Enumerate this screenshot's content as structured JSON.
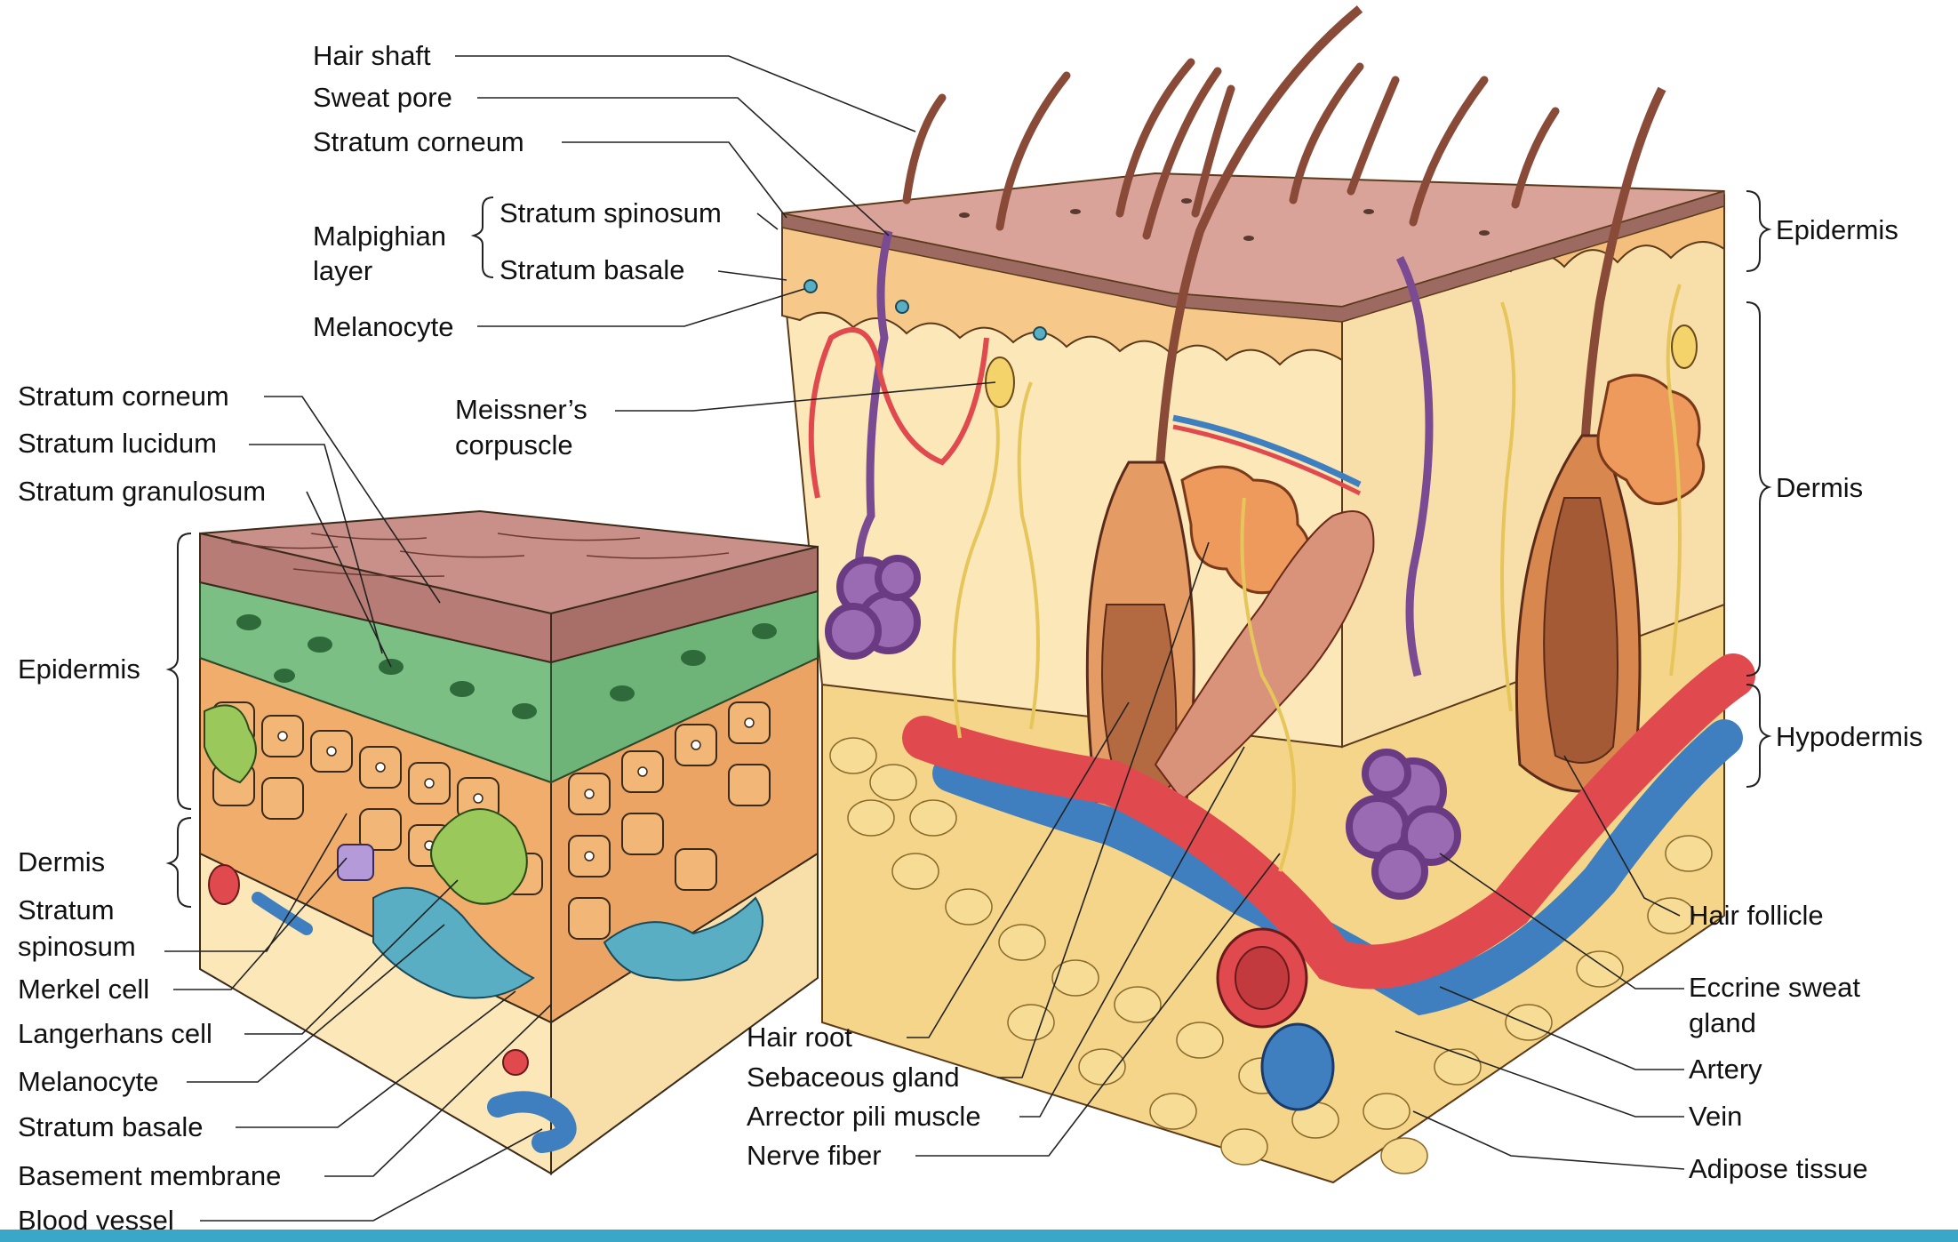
{
  "colors": {
    "stratum_corneum": "#c9908a",
    "epidermis_tan": "#f6d9a0",
    "dermis_cream": "#fbe7b8",
    "granulosum_green": "#7bbf84",
    "spinosum_orange": "#f0ad6b",
    "melanocyte_teal": "#5aaec4",
    "artery_red": "#e04a4e",
    "vein_blue": "#3f7fbf",
    "sweat_gland_purple": "#7a4a93",
    "adipose_yellow": "#f5d58a",
    "hair_brown": "#8a4a38",
    "bottom_bar": "#3aa7c9"
  },
  "labels": {
    "hair_shaft": "Hair shaft",
    "sweat_pore": "Sweat pore",
    "stratum_corneum_top": "Stratum corneum",
    "malpighian_line1": "Malpighian",
    "malpighian_line2": "layer",
    "stratum_spinosum_top": "Stratum spinosum",
    "stratum_basale_top": "Stratum basale",
    "melanocyte_top": "Melanocyte",
    "meissner_line1": "Meissner’s",
    "meissner_line2": "corpuscle",
    "stratum_corneum_left": "Stratum corneum",
    "stratum_lucidum": "Stratum lucidum",
    "stratum_granulosum": "Stratum granulosum",
    "epidermis_left": "Epidermis",
    "dermis_left": "Dermis",
    "stratum_spinosum_left_1": "Stratum",
    "stratum_spinosum_left_2": "spinosum",
    "merkel_cell": "Merkel cell",
    "langerhans_cell": "Langerhans cell",
    "melanocyte_left": "Melanocyte",
    "stratum_basale_left": "Stratum basale",
    "basement_membrane": "Basement membrane",
    "blood_vessel": "Blood vessel",
    "hair_root": "Hair root",
    "sebaceous_gland": "Sebaceous gland",
    "arrector_pili": "Arrector pili muscle",
    "nerve_fiber": "Nerve fiber",
    "epidermis_right": "Epidermis",
    "dermis_right": "Dermis",
    "hypodermis": "Hypodermis",
    "hair_follicle": "Hair follicle",
    "eccrine_line1": "Eccrine sweat",
    "eccrine_line2": "gland",
    "artery": "Artery",
    "vein": "Vein",
    "adipose_tissue": "Adipose tissue"
  }
}
